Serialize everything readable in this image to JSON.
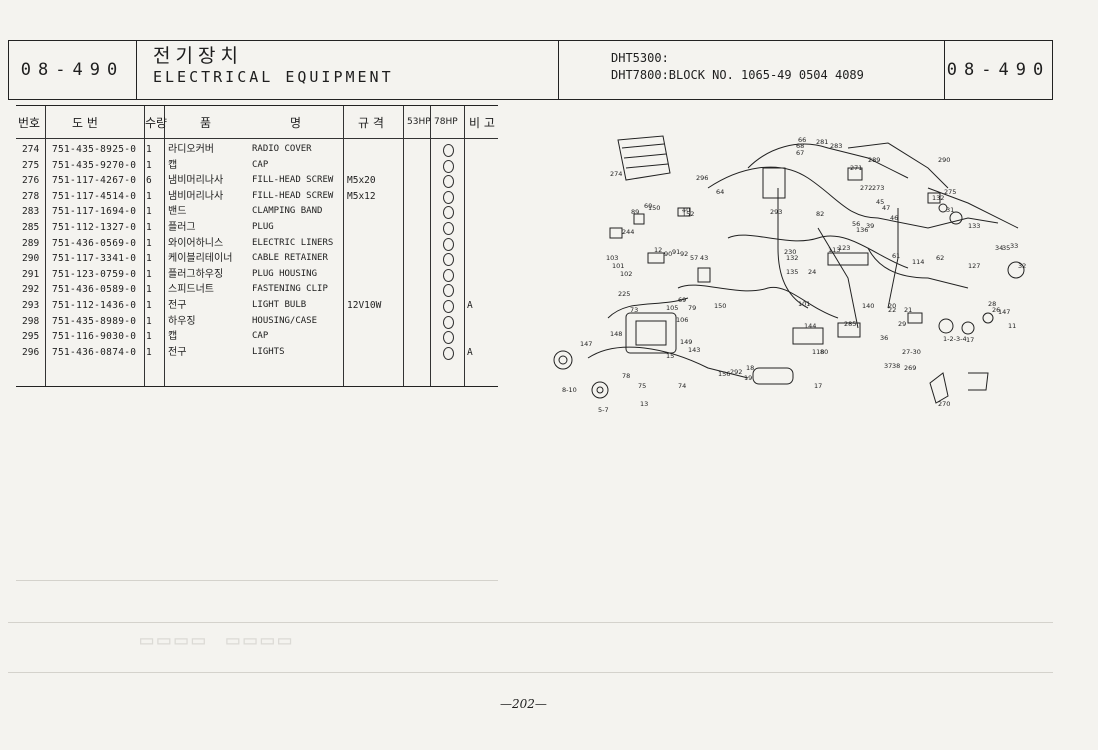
{
  "header": {
    "section_left": "08-490",
    "title_ko": "전기장치",
    "title_en": "ELECTRICAL EQUIPMENT",
    "model_line1": "DHT5300:",
    "model_line2": "DHT7800:BLOCK NO. 1065-49 0504 4089",
    "section_right": "08-490"
  },
  "table": {
    "columns": {
      "no": "번호",
      "part_no": "도 번",
      "qty": "수량",
      "name_ko": "품",
      "name_en": "명",
      "spec": "규 격",
      "hp53": "53HP",
      "hp78": "78HP",
      "note": "비 고"
    },
    "rows": [
      {
        "no": "274",
        "part_no": "751-435-8925-0",
        "qty": "1",
        "name_ko": "라디오커버",
        "name_en": "RADIO COVER",
        "spec": "",
        "mark": ""
      },
      {
        "no": "275",
        "part_no": "751-435-9270-0",
        "qty": "1",
        "name_ko": "캡",
        "name_en": "CAP",
        "spec": "",
        "mark": ""
      },
      {
        "no": "276",
        "part_no": "751-117-4267-0",
        "qty": "6",
        "name_ko": "냄비머리나사",
        "name_en": "FILL-HEAD SCREW",
        "spec": "M5x20",
        "mark": ""
      },
      {
        "no": "278",
        "part_no": "751-117-4514-0",
        "qty": "1",
        "name_ko": "냄비머리나사",
        "name_en": "FILL-HEAD SCREW",
        "spec": "M5x12",
        "mark": ""
      },
      {
        "no": "283",
        "part_no": "751-117-1694-0",
        "qty": "1",
        "name_ko": "밴드",
        "name_en": "CLAMPING BAND",
        "spec": "",
        "mark": ""
      },
      {
        "no": "285",
        "part_no": "751-112-1327-0",
        "qty": "1",
        "name_ko": "플러그",
        "name_en": "PLUG",
        "spec": "",
        "mark": ""
      },
      {
        "no": "289",
        "part_no": "751-436-0569-0",
        "qty": "1",
        "name_ko": "와이어하니스",
        "name_en": "ELECTRIC LINERS",
        "spec": "",
        "mark": ""
      },
      {
        "no": "290",
        "part_no": "751-117-3341-0",
        "qty": "1",
        "name_ko": "케이블리테이너",
        "name_en": "CABLE RETAINER",
        "spec": "",
        "mark": ""
      },
      {
        "no": "291",
        "part_no": "751-123-0759-0",
        "qty": "1",
        "name_ko": "플러그하우징",
        "name_en": "PLUG HOUSING",
        "spec": "",
        "mark": ""
      },
      {
        "no": "292",
        "part_no": "751-436-0589-0",
        "qty": "1",
        "name_ko": "스피드너트",
        "name_en": "FASTENING CLIP",
        "spec": "",
        "mark": ""
      },
      {
        "no": "293",
        "part_no": "751-112-1436-0",
        "qty": "1",
        "name_ko": "전구",
        "name_en": "LIGHT BULB",
        "spec": "12V10W",
        "mark": "A"
      },
      {
        "no": "298",
        "part_no": "751-435-8989-0",
        "qty": "1",
        "name_ko": "하우징",
        "name_en": "HOUSING/CASE",
        "spec": "",
        "mark": ""
      },
      {
        "no": "295",
        "part_no": "751-116-9030-0",
        "qty": "1",
        "name_ko": "캡",
        "name_en": "CAP",
        "spec": "",
        "mark": ""
      },
      {
        "no": "296",
        "part_no": "751-436-0874-0",
        "qty": "1",
        "name_ko": "전구",
        "name_en": "LIGHTS",
        "spec": "",
        "mark": "A"
      }
    ]
  },
  "diagram_labels": [
    "274",
    "296",
    "64",
    "66",
    "68",
    "67",
    "281",
    "283",
    "289",
    "271",
    "272",
    "273",
    "290",
    "132",
    "275",
    "31",
    "133",
    "89",
    "150",
    "60",
    "40",
    "152",
    "244",
    "293",
    "82",
    "45",
    "47",
    "46",
    "56",
    "39",
    "136",
    "123",
    "113",
    "34",
    "35",
    "33",
    "32",
    "103",
    "101",
    "102",
    "12",
    "90",
    "91",
    "92",
    "57",
    "43",
    "230",
    "132",
    "135",
    "24",
    "61",
    "114",
    "62",
    "127",
    "225",
    "73",
    "105",
    "106",
    "69",
    "79",
    "15",
    "150",
    "147",
    "148",
    "149",
    "143",
    "101",
    "144",
    "118",
    "80",
    "140",
    "20",
    "22",
    "21",
    "29",
    "285",
    "27-30",
    "28",
    "26",
    "147",
    "11",
    "1-2-3-4",
    "17",
    "8-10",
    "5-7",
    "78",
    "75",
    "13",
    "74",
    "156",
    "292",
    "18",
    "19",
    "17",
    "36",
    "37",
    "38",
    "269",
    "270"
  ],
  "page_number": "—202—"
}
